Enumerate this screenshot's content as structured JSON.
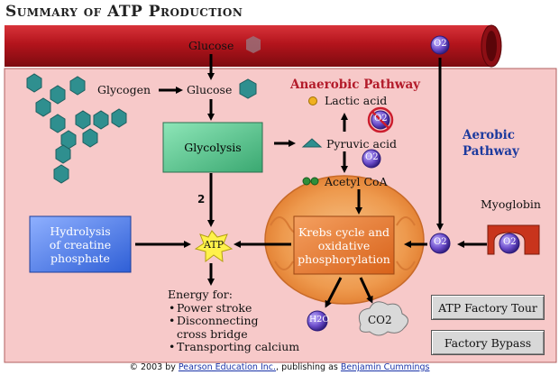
{
  "title": "Summary of ATP Production",
  "labels": {
    "glucose_blood": "Glucose",
    "o2_blood": "O2",
    "glycogen": "Glycogen",
    "glucose_cell": "Glucose",
    "anaerobic_pathway": "Anaerobic Pathway",
    "lactic_acid": "Lactic acid",
    "o2_crossed": "O2",
    "pyruvic_acid": "Pyruvic acid",
    "o2_pyruvic": "O2",
    "acetyl_coa": "Acetyl CoA",
    "aerobic_line1": "Aerobic",
    "aerobic_line2": "Pathway",
    "myoglobin": "Myoglobin",
    "o2_myoglobin": "O2",
    "o2_mito": "O2",
    "two": "2",
    "atp": "ATP",
    "h2o": "H2O",
    "co2": "CO2"
  },
  "boxes": {
    "glycolysis": "Glycolysis",
    "hydrolysis_l1": "Hydrolysis",
    "hydrolysis_l2": "of creatine",
    "hydrolysis_l3": "phosphate",
    "krebs_l1": "Krebs cycle and",
    "krebs_l2": "oxidative",
    "krebs_l3": "phosphorylation"
  },
  "energy": {
    "heading": "Energy for:",
    "items": [
      "Power stroke",
      "Disconnecting",
      "cross bridge",
      "Transporting calcium"
    ]
  },
  "buttons": {
    "tour": "ATP Factory Tour",
    "bypass": "Factory Bypass"
  },
  "footer": {
    "prefix": "© 2003 by ",
    "publisher": "Pearson Education Inc.",
    "middle": ", publishing as ",
    "imprint": "Benjamin Cummings"
  },
  "colors": {
    "blood_vessel": "#b3141c",
    "cell_background": "#f7c9c9",
    "glycolysis_box": "#5cc994",
    "hydrolysis_box": "#4f7ce8",
    "krebs_box": "#e8772b",
    "mitochondrion": "#f0a45a",
    "atp_star": "#fff24a",
    "anaerobic_text": "#b31b2a",
    "aerobic_text": "#1c3a9e",
    "hexagon": "#2f8f8f",
    "o2_bubble": "#5a3db3"
  }
}
